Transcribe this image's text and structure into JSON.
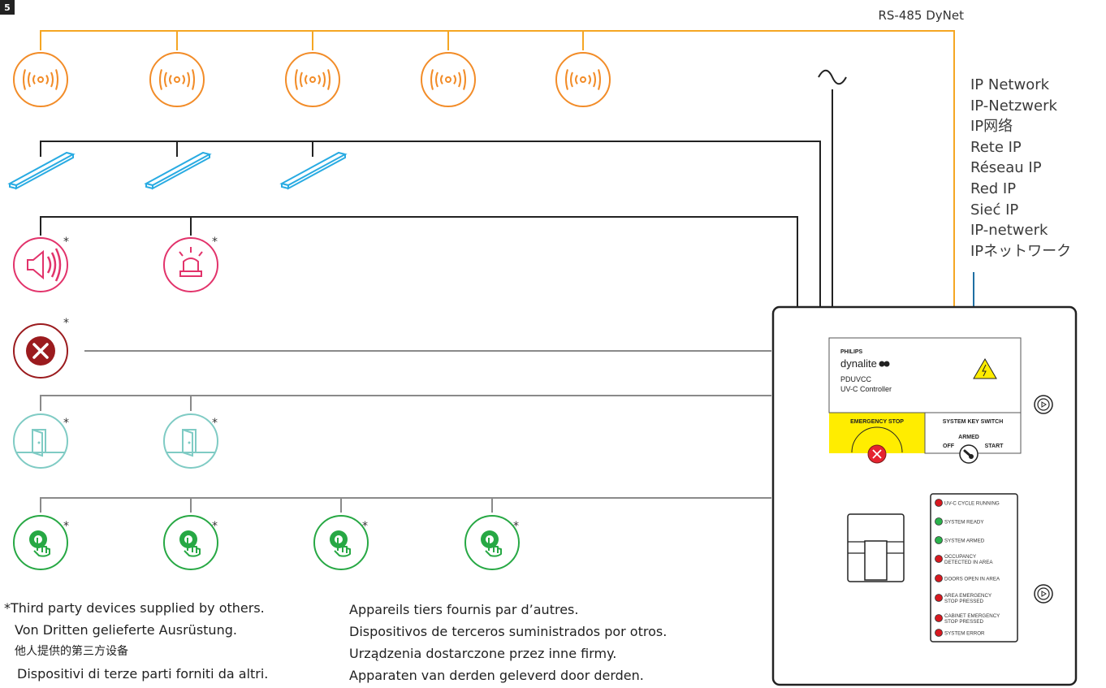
{
  "page_number": "5",
  "bus_label": "RS-485 DyNet",
  "ip_network_labels": [
    "IP Network",
    "IP-Netzwerk",
    "IP网络",
    "Rete IP",
    "Réseau IP",
    "Red IP",
    "Sieć IP",
    "IP-netwerk",
    "IPネットワーク"
  ],
  "third_party_marker": "*",
  "footnote_left": [
    "*Third party devices supplied by others.",
    "Von Dritten gelieferte Ausrüstung.",
    "他人提供的第三方设备",
    "Dispositivi di terze parti forniti da altri."
  ],
  "footnote_right": [
    "Appareils tiers fournis par d’autres.",
    "Dispositivos de terceros suministrados por otros.",
    "Urządzenia dostarczone przez inne firmy.",
    "Apparaten van derden geleverd door derden."
  ],
  "controller": {
    "brand": "PHILIPS",
    "product_line": "dynalite",
    "model": "PDUVCC",
    "description": "UV-C Controller",
    "emergency_stop_label": "EMERGENCY STOP",
    "key_switch_label": "SYSTEM KEY SWITCH",
    "key_positions": [
      "OFF",
      "ARMED",
      "START"
    ],
    "indicators": [
      {
        "label": "UV-C CYCLE RUNNING",
        "color": "#d71920"
      },
      {
        "label": "SYSTEM READY",
        "color": "#2bb24c"
      },
      {
        "label": "SYSTEM ARMED",
        "color": "#2bb24c"
      },
      {
        "label": "OCCUPANCY DETECTED IN AREA",
        "color": "#d71920"
      },
      {
        "label": "DOORS OPEN IN AREA",
        "color": "#d71920"
      },
      {
        "label": "AREA EMERGENCY STOP PRESSED",
        "color": "#d71920"
      },
      {
        "label": "CABINET EMERGENCY STOP PRESSED",
        "color": "#d71920"
      },
      {
        "label": "SYSTEM ERROR",
        "color": "#d71920"
      }
    ]
  },
  "colors": {
    "dynet_bus": "#f5a623",
    "sensor": "#f28c28",
    "uvc_luminaire": "#29abe2",
    "alarm": "#e2336b",
    "emergency_stop": "#9b1b1e",
    "door_contact": "#7fcbc4",
    "push_button": "#27a844",
    "ip_link": "#1f6fa3",
    "highlight": "#ffed00"
  },
  "icons": {
    "sensor": "occupancy-sensor-icon",
    "luminaire": "uvc-luminaire-icon",
    "sounder": "sounder-icon",
    "beacon": "beacon-icon",
    "estop": "emergency-stop-icon",
    "door": "door-contact-icon",
    "button": "push-button-icon",
    "mains": "ac-mains-icon"
  }
}
